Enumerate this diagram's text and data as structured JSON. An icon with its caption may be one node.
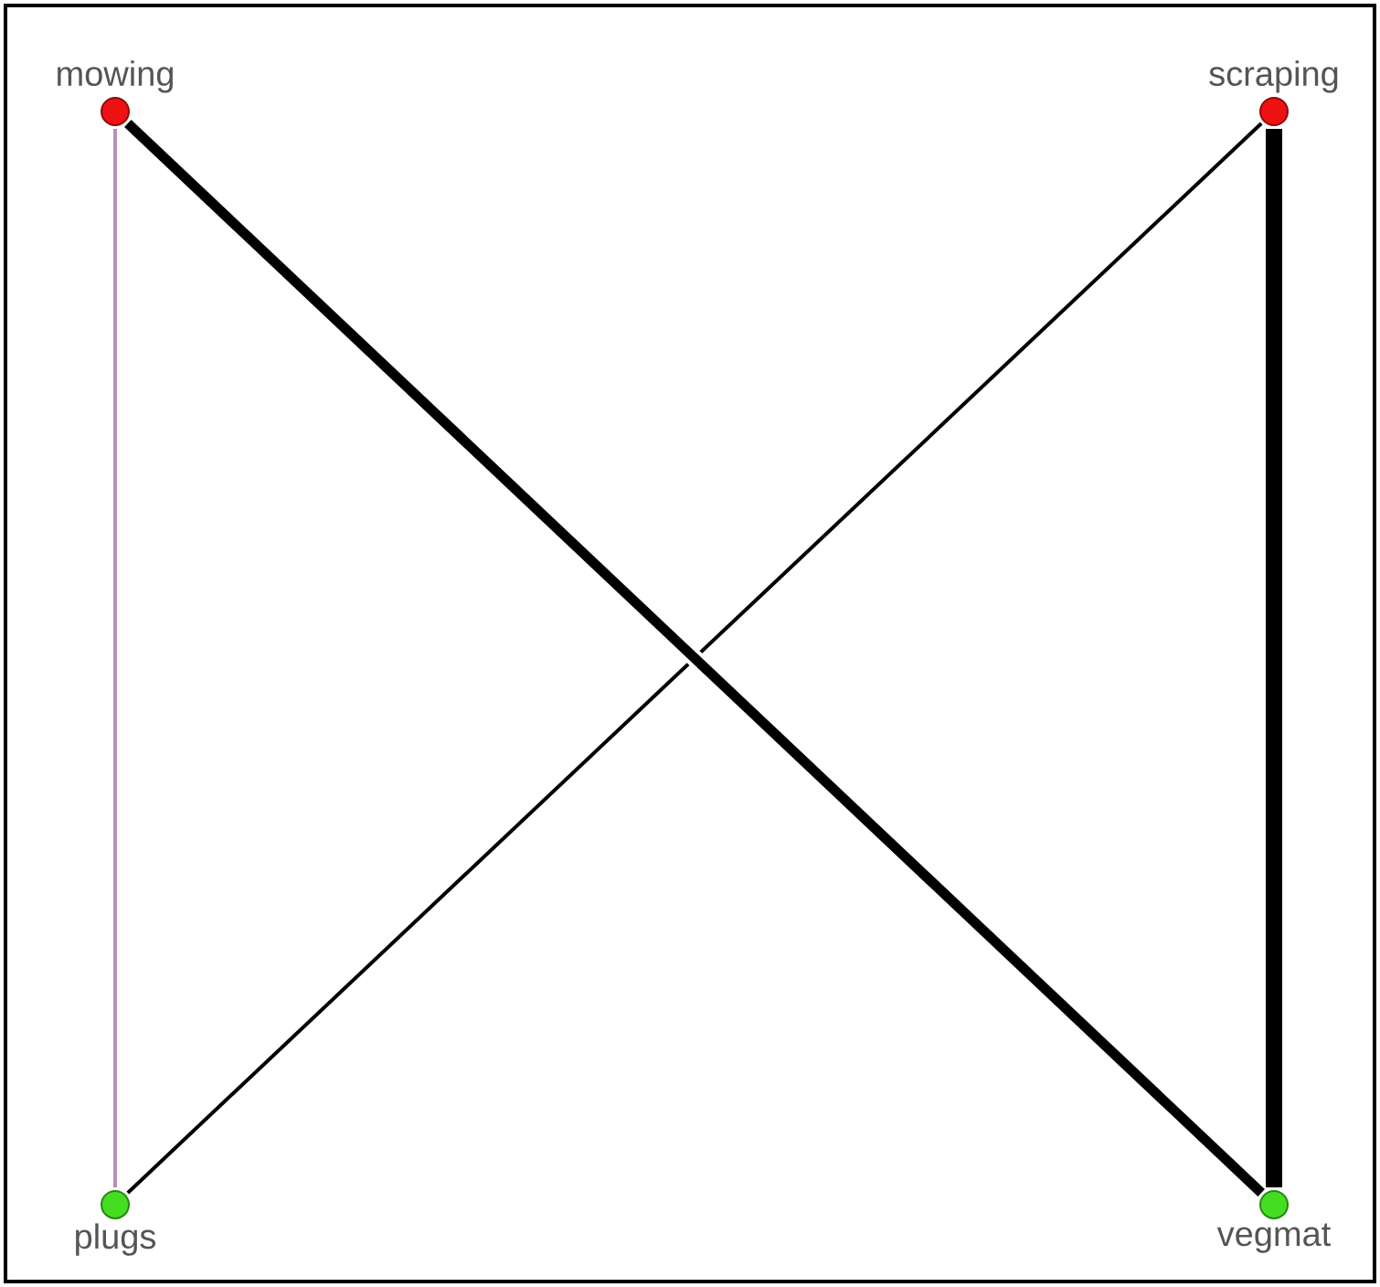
{
  "diagram": {
    "nodes": [
      {
        "text": [
          "mowing"
        ]
      },
      {
        "text": [
          "scraping"
        ]
      },
      {
        "text": [
          "plugs"
        ]
      },
      {
        "text": [
          "vegmat"
        ]
      }
    ],
    "edges": [
      {
        "from": 0,
        "to": 2,
        "arrow": "none",
        "color": "#999999"
      },
      {
        "from": 0,
        "to": 3,
        "arrow": "none",
        "style": "thick"
      },
      {
        "from": 1,
        "to": 2,
        "arrow": "none"
      },
      {
        "from": 1,
        "to": 3,
        "arrow": "none",
        "style": "thick"
      }
    ]
  }
}
